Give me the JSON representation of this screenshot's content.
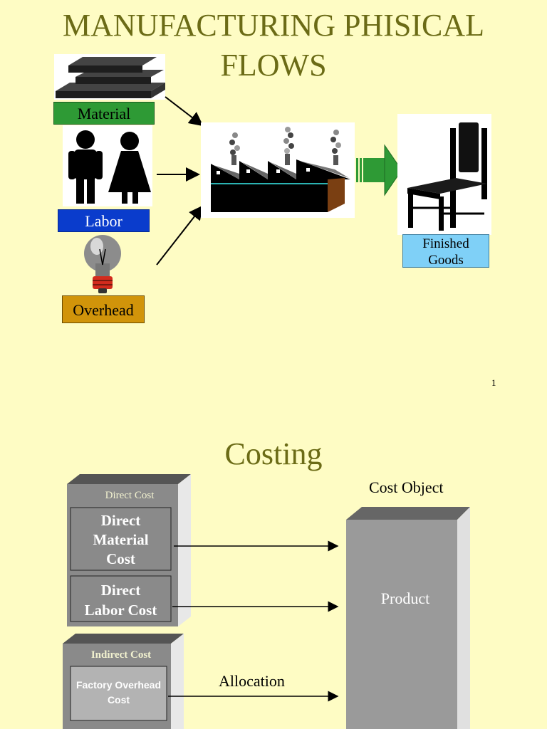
{
  "slide1": {
    "title_line1": "MANUFACTURING PHISICAL",
    "title_line2": "FLOWS",
    "inputs": {
      "material": "Material",
      "labor": "Labor",
      "overhead": "Overhead"
    },
    "output": {
      "line1": "Finished",
      "line2": "Goods"
    },
    "slide_number": "1",
    "colors": {
      "title": "#6b6b16",
      "material": "#2e9a35",
      "labor": "#0a3ccc",
      "overhead": "#d1940a",
      "finished_goods": "#7fd0f7",
      "arrow": "#2e9a35"
    }
  },
  "slide2": {
    "title": "Costing",
    "direct_cost_heading": "Direct Cost",
    "direct_material_line1": "Direct",
    "direct_material_line2": "Material",
    "direct_material_line3": "Cost",
    "direct_labor_line1": "Direct",
    "direct_labor_line2": "Labor Cost",
    "indirect_cost_heading": "Indirect Cost",
    "factory_overhead_line1": "Factory Overhead",
    "factory_overhead_line2": "Cost",
    "cost_object": "Cost Object",
    "product": "Product",
    "allocation": "Allocation"
  }
}
